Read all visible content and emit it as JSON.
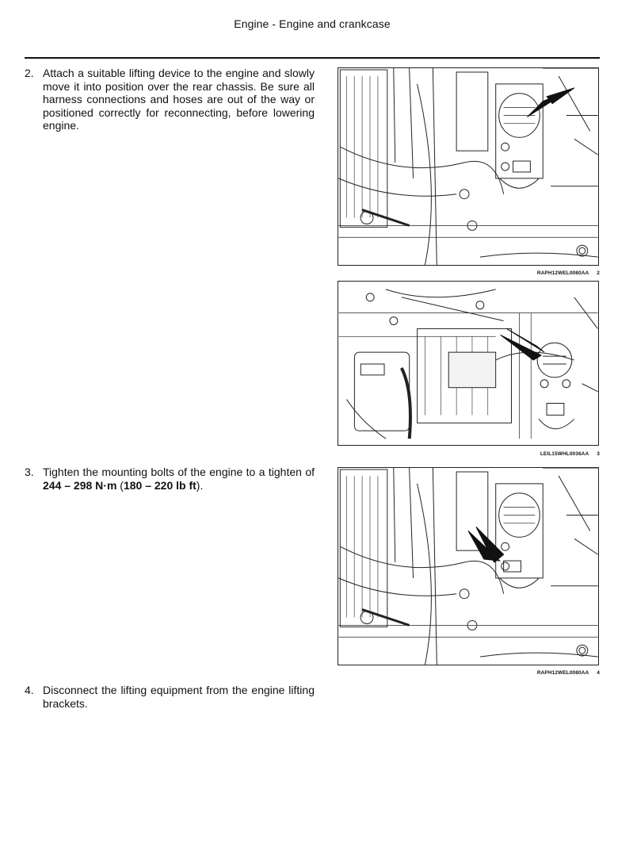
{
  "header": {
    "title": "Engine - Engine and crankcase"
  },
  "steps": [
    {
      "number": "2.",
      "text": "Attach a suitable lifting device to the engine and slowly move it into position over the rear chassis. Be sure all harness connections and hoses are out of the way or positioned correctly for reconnecting, before lowering engine."
    },
    {
      "number": "3.",
      "text_before": "Tighten the mounting bolts of the engine to a tighten of ",
      "bold1": "244 – 298 N·m",
      "text_mid": " (",
      "bold2": "180 – 220 lb ft",
      "text_after": ")."
    },
    {
      "number": "4.",
      "text": "Disconnect the lifting equipment from the engine lifting brackets."
    }
  ],
  "figures": [
    {
      "code": "RAPH12WEL0080AA",
      "number": "2",
      "icon": "engine-mount-illustration-arrow-upper"
    },
    {
      "code": "LEIL15WHL0036AA",
      "number": "3",
      "icon": "engine-side-illustration-arrow"
    },
    {
      "code": "RAPH12WEL0080AA",
      "number": "4",
      "icon": "engine-mount-illustration-arrow-lower"
    }
  ]
}
